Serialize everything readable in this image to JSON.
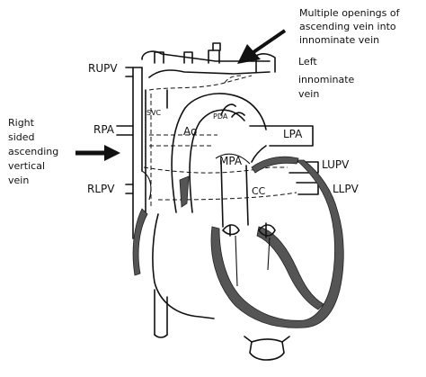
{
  "labels": {
    "rupv": "RUPV",
    "rpa": "RPA",
    "rlpv": "RLPV",
    "svc": "SVC",
    "pda": "PDA",
    "ao": "Ao",
    "lpa": "LPA",
    "mpa": "MPA",
    "lupv": "LUPV",
    "llpv": "LLPV",
    "cc": "CC"
  },
  "annotations": {
    "top": [
      "Multiple openings of",
      "ascending vein into",
      "innominate vein"
    ],
    "left_innominate": [
      "Left",
      "innominate",
      "vein"
    ],
    "right_ascending": [
      "Right",
      "sided",
      "ascending",
      "vertical",
      "vein"
    ]
  },
  "colors": {
    "line": "#111111",
    "wall_fill": "#555555",
    "background": "#ffffff"
  }
}
